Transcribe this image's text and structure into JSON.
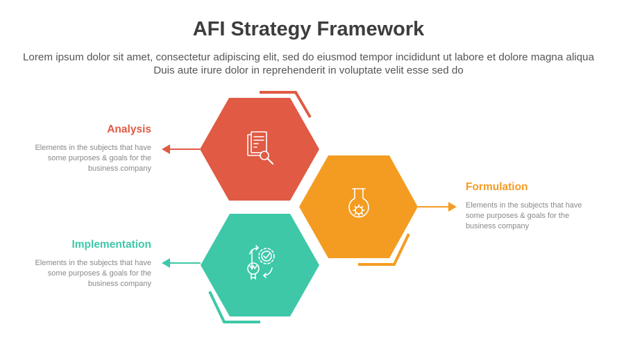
{
  "header": {
    "title": "AFI Strategy Framework",
    "subtitle": "Lorem ipsum dolor sit amet, consectetur adipiscing elit, sed do eiusmod tempor incididunt ut labore et dolore magna aliqua Duis aute irure dolor in reprehenderit in voluptate velit esse sed do"
  },
  "items": [
    {
      "title": "Analysis",
      "description": "Elements in the subjects that have  some purposes & goals for the  business company",
      "color": "#e05a44",
      "icon": "document-search-icon"
    },
    {
      "title": "Formulation",
      "description": "Elements in the subjects that have  some purposes & goals for the  business company",
      "color": "#f49c22",
      "icon": "flask-gear-icon"
    },
    {
      "title": "Implementation",
      "description": "Elements in the subjects that have  some purposes & goals for the  business company",
      "color": "#3ec8a8",
      "icon": "lightbulb-gear-cycle-icon"
    }
  ]
}
